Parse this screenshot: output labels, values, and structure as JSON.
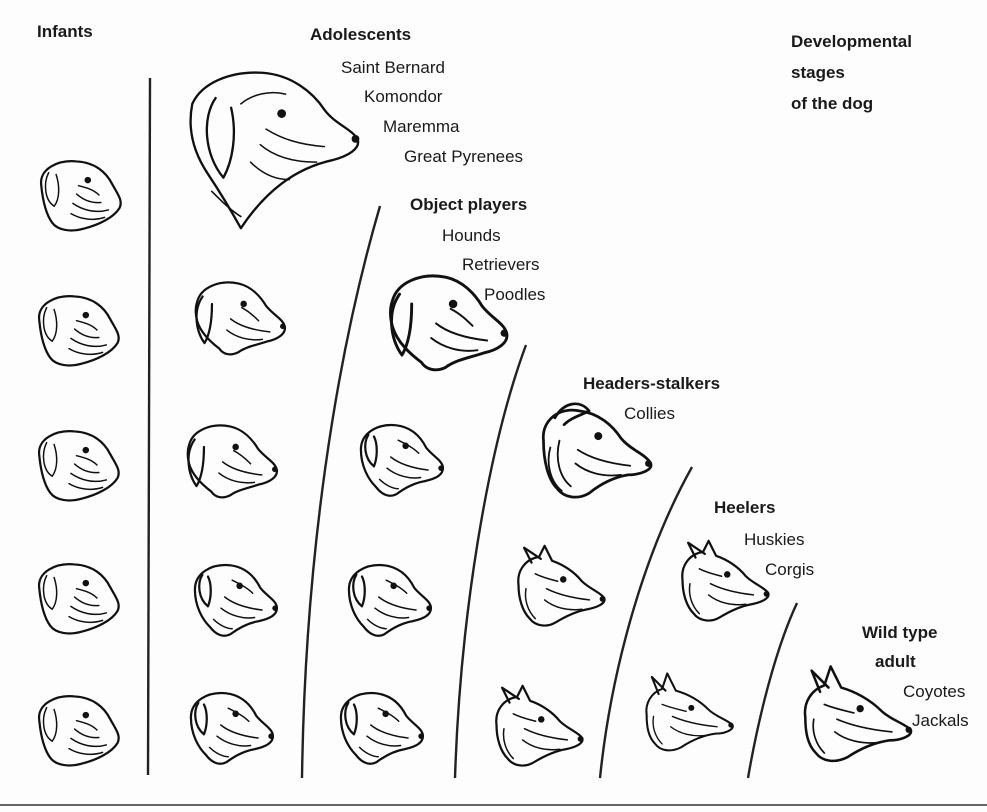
{
  "title": [
    "Developmental",
    "stages",
    "of the dog"
  ],
  "stages": [
    {
      "heading": "Infants",
      "breeds": []
    },
    {
      "heading": "Adolescents",
      "breeds": [
        "Saint Bernard",
        "Komondor",
        "Maremma",
        "Great Pyrenees"
      ]
    },
    {
      "heading": "Object players",
      "breeds": [
        "Hounds",
        "Retrievers",
        "Poodles"
      ]
    },
    {
      "heading": "Headers-stalkers",
      "breeds": [
        "Collies"
      ]
    },
    {
      "heading": "Heelers",
      "breeds": [
        "Huskies",
        "Corgis"
      ]
    },
    {
      "heading": [
        "Wild type",
        "adult"
      ],
      "breeds": [
        "Coyotes",
        "Jackals"
      ]
    }
  ],
  "head_types": {
    "infant": "infant-dog-head-icon",
    "floppy": "floppy-eared-dog-head-icon",
    "adolescent": "adolescent-dog-head-icon",
    "collie": "collie-dog-head-icon",
    "pointed": "pointed-eared-dog-head-icon",
    "wild": "wild-canid-head-icon"
  },
  "colors": {
    "ink": "#111111",
    "paper": "#fdfdfd"
  }
}
